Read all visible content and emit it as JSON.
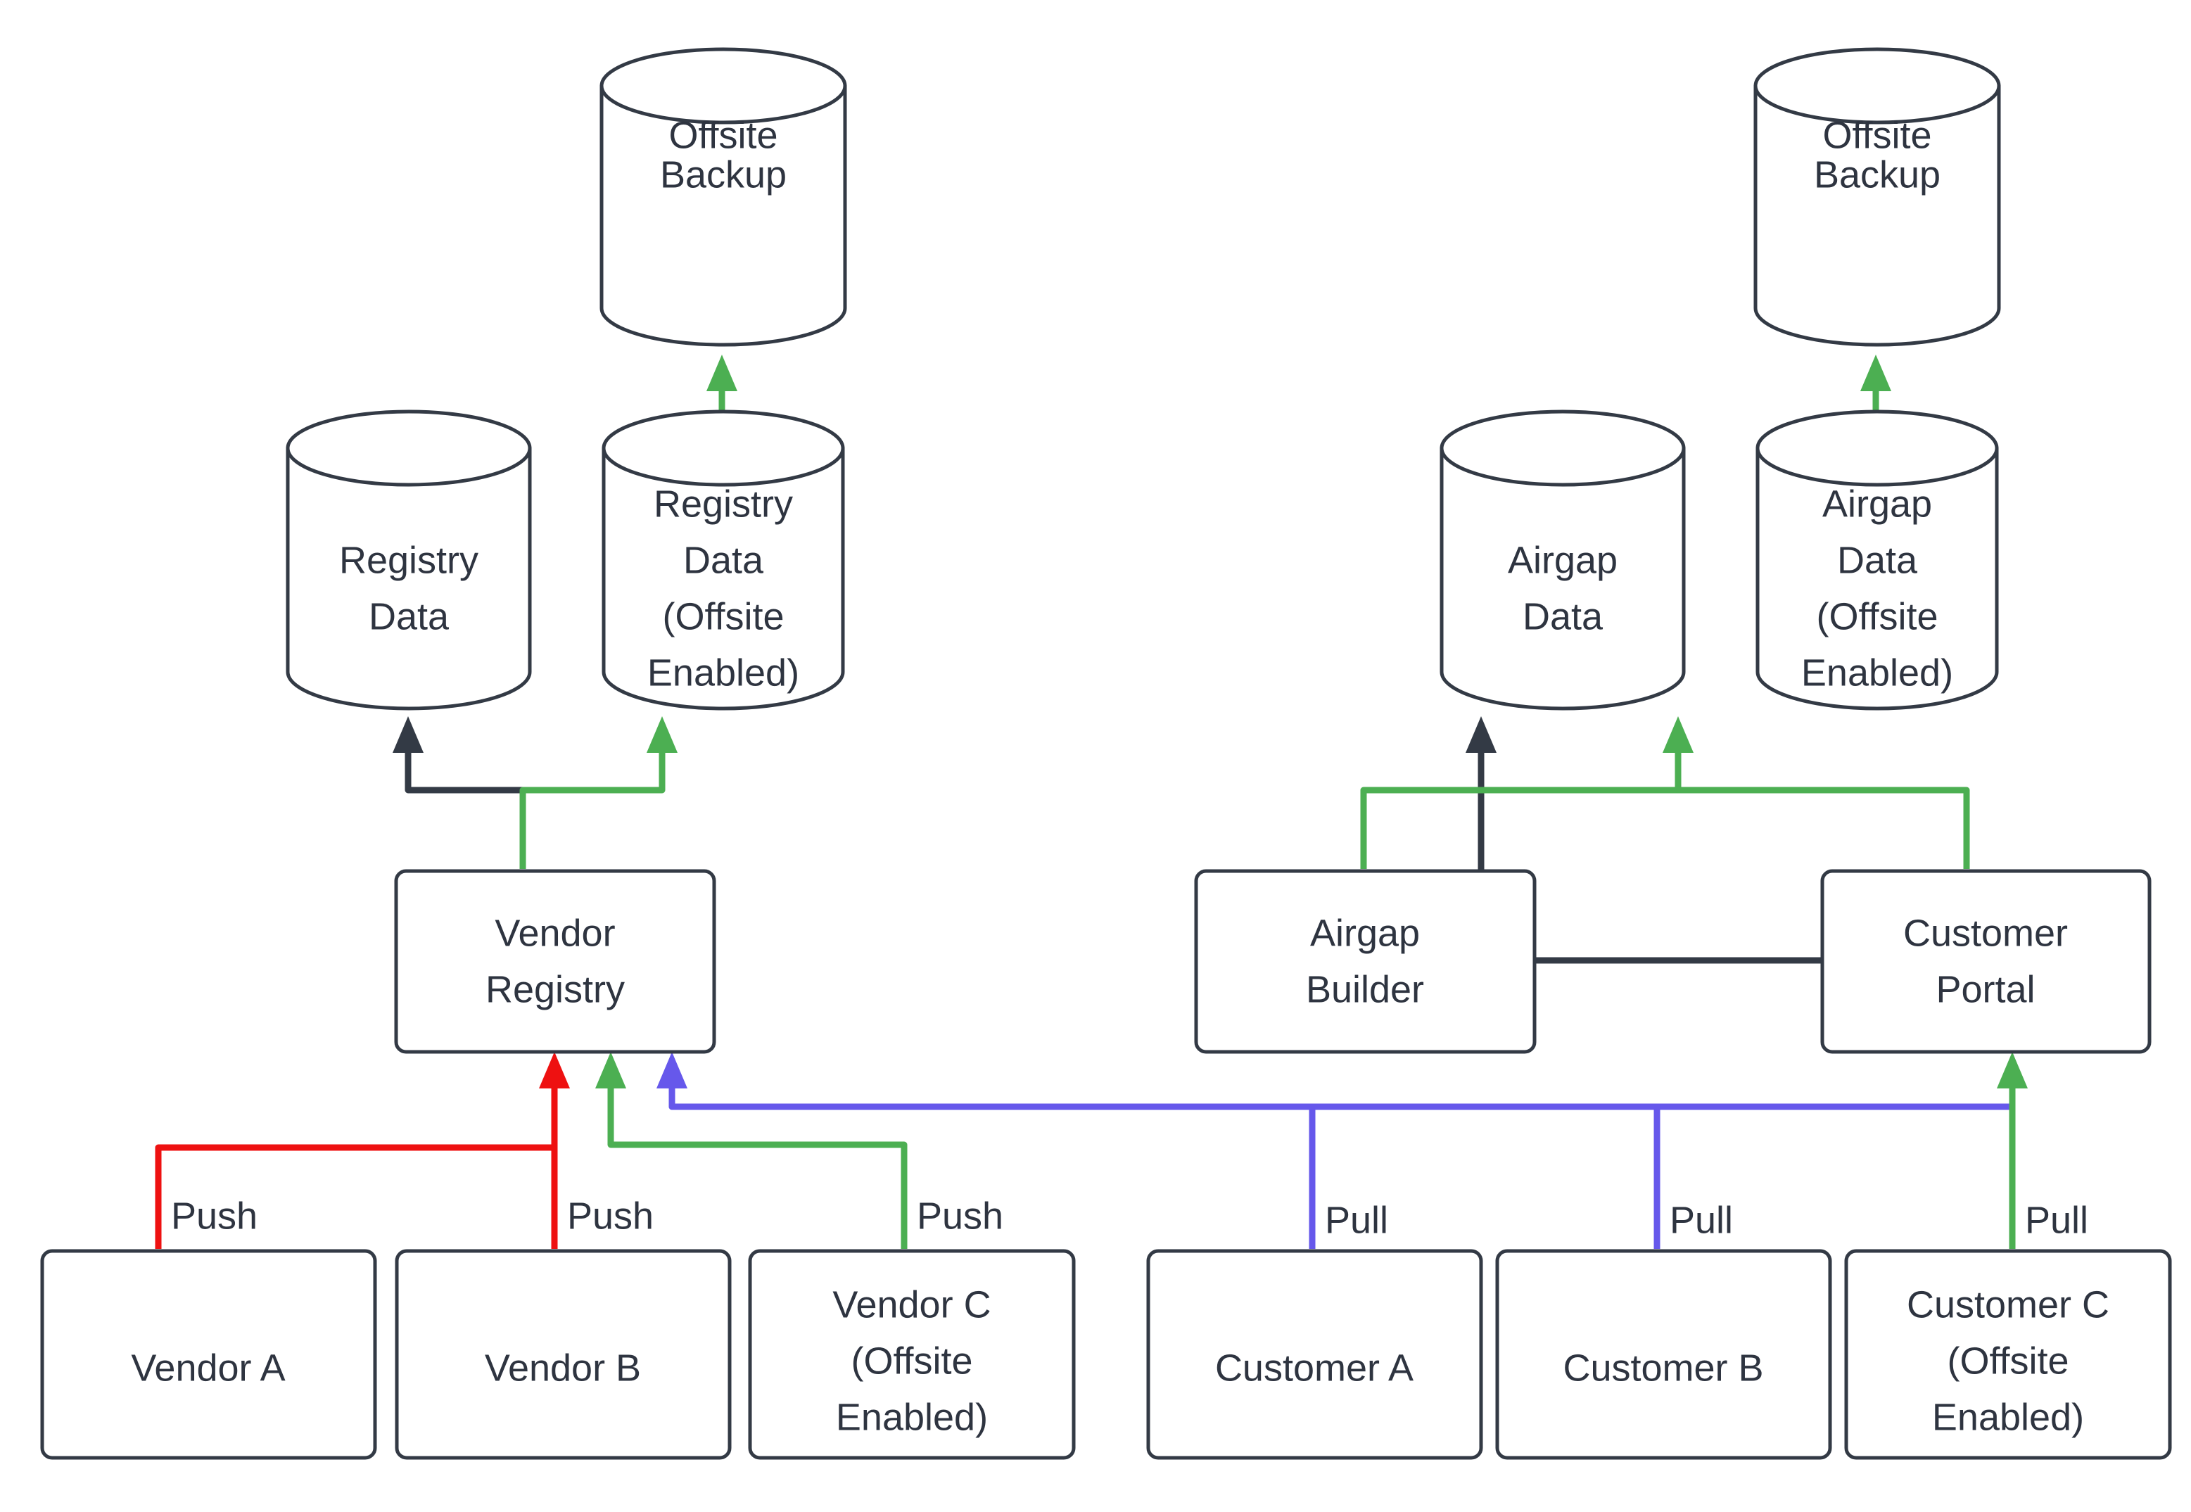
{
  "diagram": {
    "background_color": "#ffffff",
    "stroke_color": "#333a45",
    "text_color": "#2e3440",
    "colors": {
      "dark": "#333a45",
      "green": "#4caf52",
      "red": "#ee1111",
      "blue": "#6658eb"
    }
  },
  "nodes": {
    "offsite_backup_left": {
      "line1": "Offsite",
      "line2": "Backup",
      "shape": "cylinder"
    },
    "offsite_backup_right": {
      "line1": "Offsite",
      "line2": "Backup",
      "shape": "cylinder"
    },
    "registry_data": {
      "line1": "Registry",
      "line2": "Data",
      "shape": "cylinder"
    },
    "registry_data_offsite": {
      "line1": "Registry",
      "line2": "Data",
      "line3": "(Offsite",
      "line4": "Enabled)",
      "shape": "cylinder"
    },
    "airgap_data": {
      "line1": "Airgap",
      "line2": "Data",
      "shape": "cylinder"
    },
    "airgap_data_offsite": {
      "line1": "Airgap",
      "line2": "Data",
      "line3": "(Offsite",
      "line4": "Enabled)",
      "shape": "cylinder"
    },
    "vendor_registry": {
      "line1": "Vendor",
      "line2": "Registry",
      "shape": "box"
    },
    "airgap_builder": {
      "line1": "Airgap",
      "line2": "Builder",
      "shape": "box"
    },
    "customer_portal": {
      "line1": "Customer",
      "line2": "Portal",
      "shape": "box"
    },
    "vendor_a": {
      "line1": "Vendor A",
      "shape": "box"
    },
    "vendor_b": {
      "line1": "Vendor B",
      "shape": "box"
    },
    "vendor_c": {
      "line1": "Vendor C",
      "line2": "(Offsite",
      "line3": "Enabled)",
      "shape": "box"
    },
    "customer_a": {
      "line1": "Customer A",
      "shape": "box"
    },
    "customer_b": {
      "line1": "Customer B",
      "shape": "box"
    },
    "customer_c": {
      "line1": "Customer C",
      "line2": "(Offsite",
      "line3": "Enabled)",
      "shape": "box"
    }
  },
  "edge_labels": {
    "push_vendor_a": "Push",
    "push_vendor_b": "Push",
    "push_vendor_c": "Push",
    "pull_customer_a": "Pull",
    "pull_customer_b": "Pull",
    "pull_customer_c": "Pull"
  },
  "edges": [
    {
      "from": "registry_data_offsite",
      "to": "offsite_backup_left",
      "color": "green",
      "label": ""
    },
    {
      "from": "airgap_data_offsite",
      "to": "offsite_backup_right",
      "color": "green",
      "label": ""
    },
    {
      "from": "vendor_registry",
      "to": "registry_data",
      "color": "dark",
      "label": ""
    },
    {
      "from": "vendor_registry",
      "to": "registry_data_offsite",
      "color": "green",
      "label": ""
    },
    {
      "from": "airgap_builder",
      "to": "airgap_data",
      "color": "dark",
      "label": ""
    },
    {
      "from": "customer_portal",
      "to": "airgap_data",
      "color": "dark",
      "label": ""
    },
    {
      "from": "airgap_builder",
      "to": "airgap_data_offsite",
      "color": "green",
      "label": ""
    },
    {
      "from": "customer_portal",
      "to": "airgap_data_offsite",
      "color": "green",
      "label": ""
    },
    {
      "from": "vendor_a",
      "to": "vendor_registry",
      "color": "red",
      "label": "Push"
    },
    {
      "from": "vendor_b",
      "to": "vendor_registry",
      "color": "red",
      "label": "Push"
    },
    {
      "from": "vendor_c",
      "to": "vendor_registry",
      "color": "green",
      "label": "Push"
    },
    {
      "from": "customer_a",
      "to": "vendor_registry",
      "color": "blue",
      "label": "Pull"
    },
    {
      "from": "customer_b",
      "to": "vendor_registry",
      "color": "blue",
      "label": "Pull"
    },
    {
      "from": "customer_c",
      "to": "customer_portal",
      "color": "green",
      "label": "Pull"
    }
  ]
}
